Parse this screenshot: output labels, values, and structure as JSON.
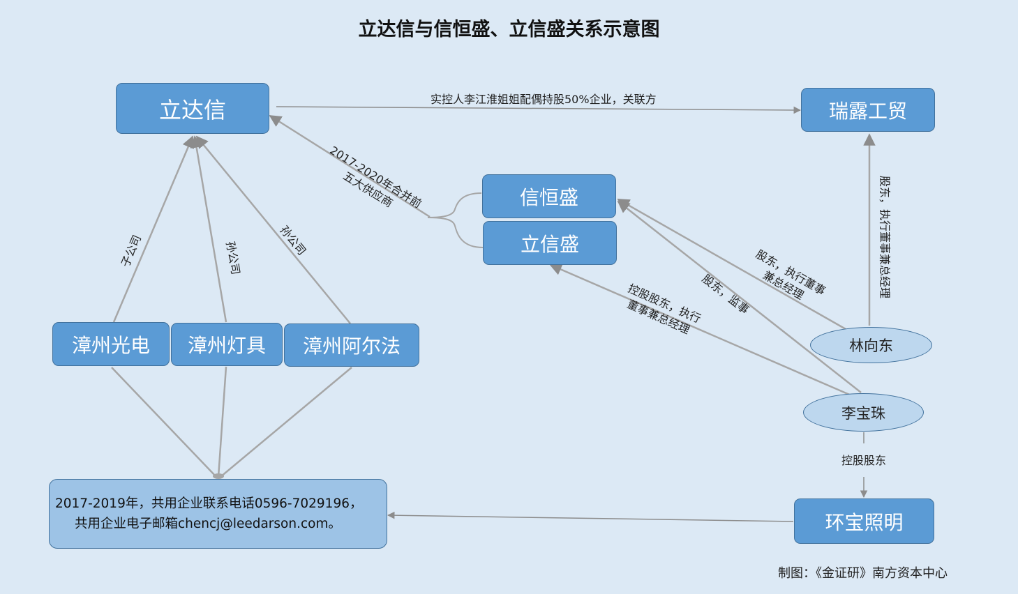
{
  "title": "立达信与信恒盛、立信盛关系示意图",
  "nodes": {
    "lidaxin": "立达信",
    "ruilu": "瑞露工贸",
    "xinhengsheng": "信恒盛",
    "lixinsheng": "立信盛",
    "zz_guangdian": "漳州光电",
    "zz_dengju": "漳州灯具",
    "zz_aerfa": "漳州阿尔法",
    "huanbao": "环宝照明",
    "lin": "林向东",
    "li": "李宝珠"
  },
  "note": {
    "line1": "2017-2019年，共用企业联系电话0596-7029196，",
    "line2": "共用企业电子邮箱chencj@leedarson.com。"
  },
  "labels": {
    "controller_relation": "实控人李江淮姐姐配偶持股50%企业，关联方",
    "supplier_line1": "2017-2020年合并前",
    "supplier_line2": "五大供应商",
    "subsidiary": "子公司",
    "grandsub_1": "孙公司",
    "grandsub_2": "孙公司",
    "lin_ruilu": "股东，执行董事兼总经理",
    "lin_xhs_line1": "股东，执行董事",
    "lin_xhs_line2": "兼总经理",
    "li_xhs": "股东，监事",
    "li_lxs_line1": "控股股东，执行",
    "li_lxs_line2": "董事兼总经理",
    "li_huanbao": "控股股东"
  },
  "credit": "制图：《金证研》南方资本中心",
  "colors": {
    "background": "#dce9f5",
    "box_fill": "#5b9bd5",
    "box_border": "#41719c",
    "ellipse_fill": "#bdd7ee",
    "note_fill": "#9dc3e6",
    "line": "#a6a6a6"
  }
}
